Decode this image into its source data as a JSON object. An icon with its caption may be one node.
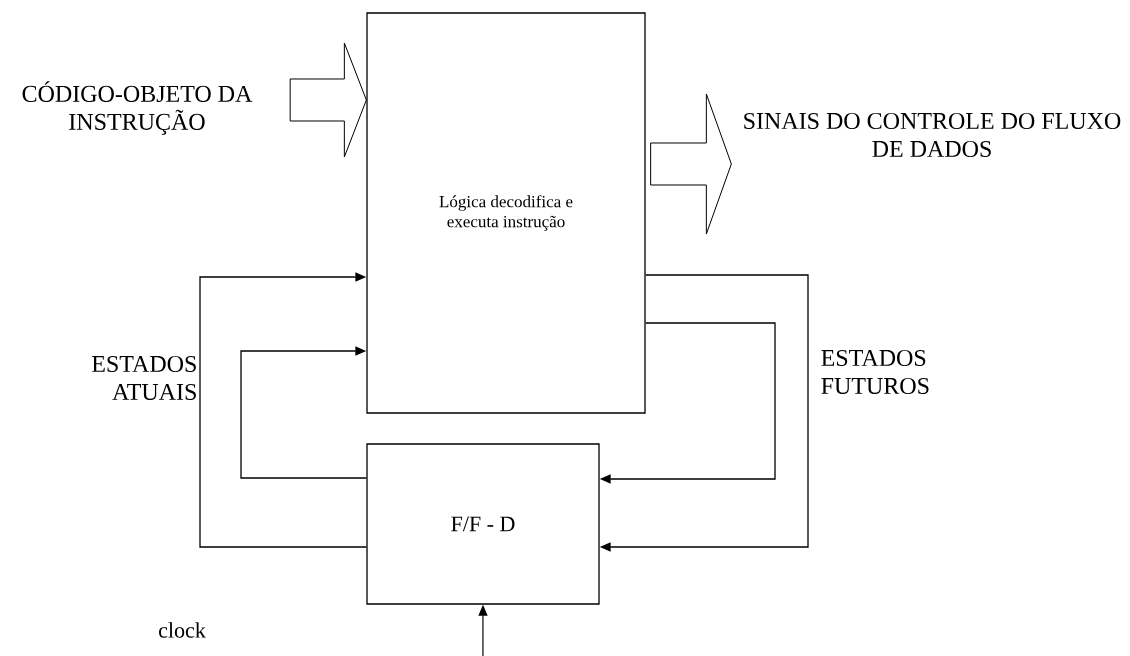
{
  "diagram": {
    "nodes": [
      {
        "text": [
          "CÓDIGO-OBJETO DA INSTRUÇÃO"
        ]
      },
      {
        "text": [
          "Lógica decodifica e executa instrução"
        ]
      },
      {
        "text": [
          "SINAIS DO CONTROLE DO FLUXO DE DADOS"
        ]
      },
      {
        "text": [
          "F/F - D"
        ]
      }
    ],
    "edges": [
      {
        "from": 0,
        "to": 1,
        "arrow": "to",
        "style": "thick"
      },
      {
        "from": 1,
        "to": 2,
        "arrow": "to",
        "style": "thick"
      },
      {
        "from": 1,
        "to": 3,
        "arrow": "to"
      },
      {
        "from": 1,
        "to": 3,
        "arrow": "to"
      },
      {
        "from": 3,
        "to": 1,
        "arrow": "to"
      },
      {
        "from": 3,
        "to": 1,
        "arrow": "to"
      },
      {
        "from": null,
        "to": 3,
        "arrow": "to"
      }
    ],
    "labels": [
      "ESTADOS ATUAIS",
      "ESTADOS FUTUROS",
      "clock"
    ]
  }
}
